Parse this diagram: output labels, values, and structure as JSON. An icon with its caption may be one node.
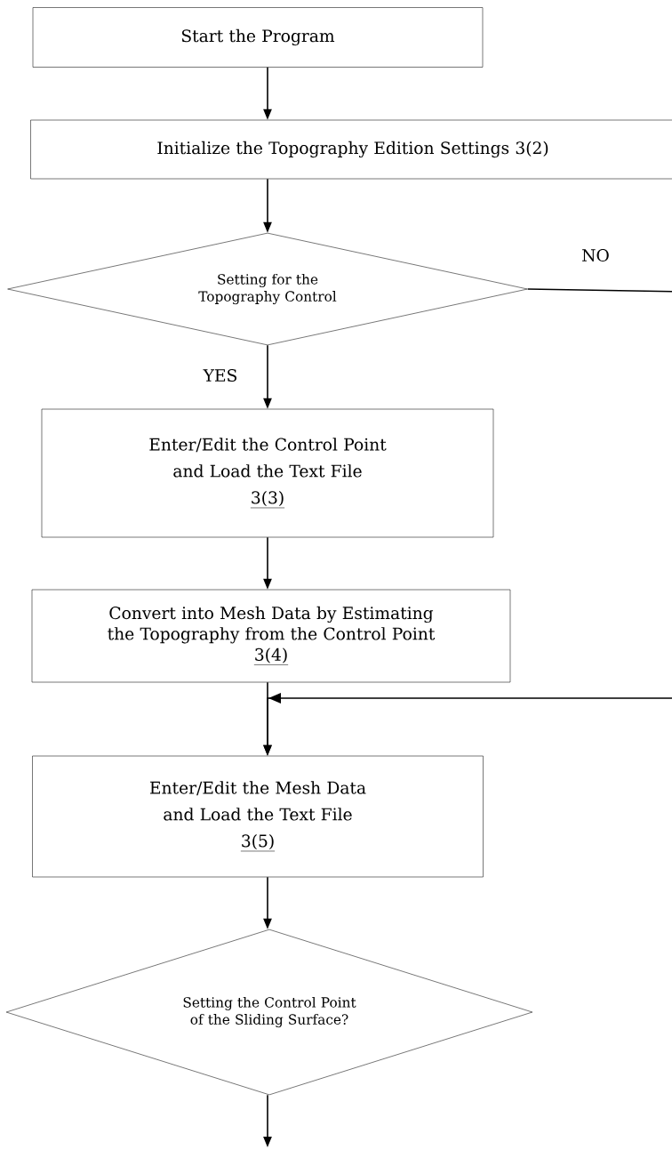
{
  "diagram": {
    "nodes": [
      {
        "text": [
          "Start the Program"
        ]
      },
      {
        "text": [
          "Initialize the Topography Edition Settings 3(2)"
        ]
      },
      {
        "text": [
          "Setting for the Topography Control"
        ]
      },
      {
        "text": [
          "Enter/Edit the Control Point and Load the Text File",
          "3(3)"
        ]
      },
      {
        "text": [
          "Convert into Mesh Data by Estimating the Topography from the Control Point",
          "3(4)"
        ]
      },
      {
        "text": [
          "Enter/Edit the Mesh Data and Load the Text File",
          "3(5)"
        ]
      },
      {
        "text": [
          "Setting the Control Point of the Sliding Surface?"
        ]
      }
    ],
    "edges": [
      {
        "from": 0,
        "to": 1,
        "arrow": "to"
      },
      {
        "from": 1,
        "to": 2,
        "arrow": "to"
      },
      {
        "from": 2,
        "to": 3,
        "arrow": "to",
        "label": "YES"
      },
      {
        "from": 3,
        "to": 4,
        "arrow": "to"
      },
      {
        "from": 4,
        "to": 5,
        "arrow": "to"
      },
      {
        "from": 5,
        "to": 6,
        "arrow": "to"
      },
      {
        "from": 2,
        "to": 5,
        "arrow": "to",
        "label": "NO"
      },
      {
        "from": 6,
        "to": null,
        "arrow": "to"
      }
    ]
  }
}
